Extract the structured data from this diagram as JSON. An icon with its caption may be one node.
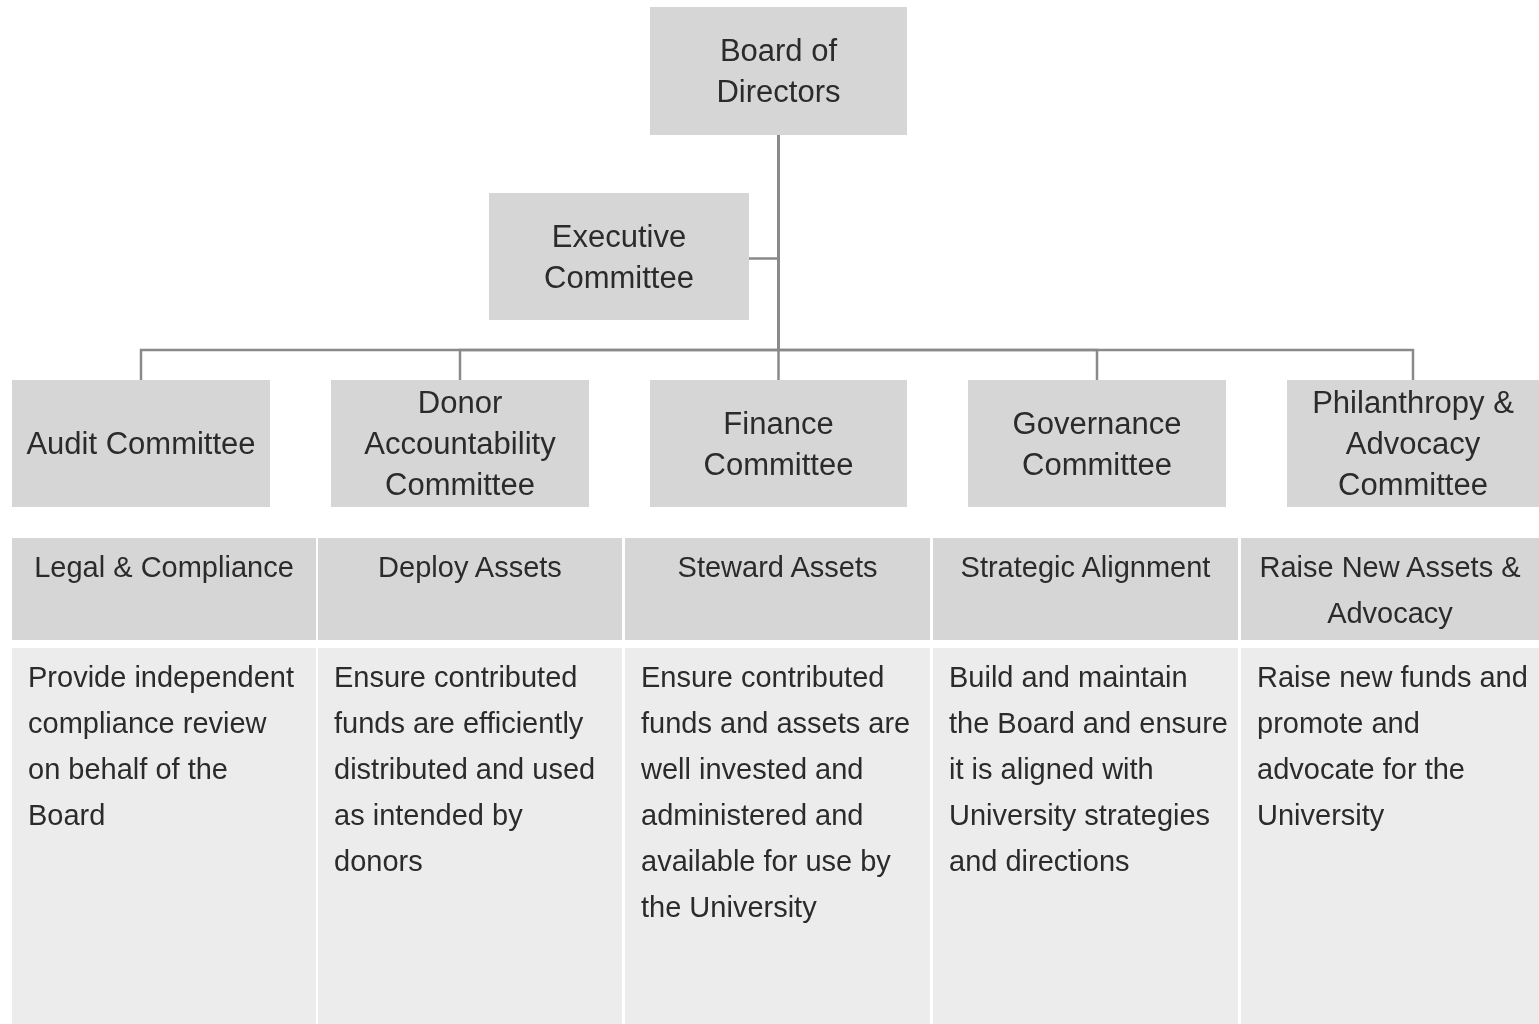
{
  "diagram": {
    "nodes": [
      {
        "text": [
          "Board of Directors"
        ]
      },
      {
        "text": [
          "Executive Committee"
        ]
      },
      {
        "text": [
          "Audit Committee"
        ]
      },
      {
        "text": [
          "Donor Accountability Committee"
        ]
      },
      {
        "text": [
          "Finance Committee"
        ]
      },
      {
        "text": [
          "Governance Committee"
        ]
      },
      {
        "text": [
          "Philanthropy & Advocacy Committee"
        ]
      }
    ],
    "edges": [
      {
        "from": 0,
        "to": 1,
        "arrow": "none"
      },
      {
        "from": 0,
        "to": 2,
        "arrow": "none"
      },
      {
        "from": 0,
        "to": 3,
        "arrow": "none"
      },
      {
        "from": 0,
        "to": 4,
        "arrow": "none"
      },
      {
        "from": 0,
        "to": 5,
        "arrow": "none"
      },
      {
        "from": 0,
        "to": 6,
        "arrow": "none"
      }
    ],
    "labels": [
      "Legal & Compliance",
      "Deploy Assets",
      "Steward Assets",
      "Strategic Alignment",
      "Raise New Assets & Advocacy",
      "Provide independent compliance review on behalf of the Board",
      "Ensure contributed funds are efficiently distributed and used as intended by donors",
      "Ensure contributed funds and assets are well invested and administered and available for use by the University",
      "Build and maintain the Board and ensure it is aligned with University strategies and directions",
      "Raise new funds and promote and advocate for the University"
    ]
  }
}
